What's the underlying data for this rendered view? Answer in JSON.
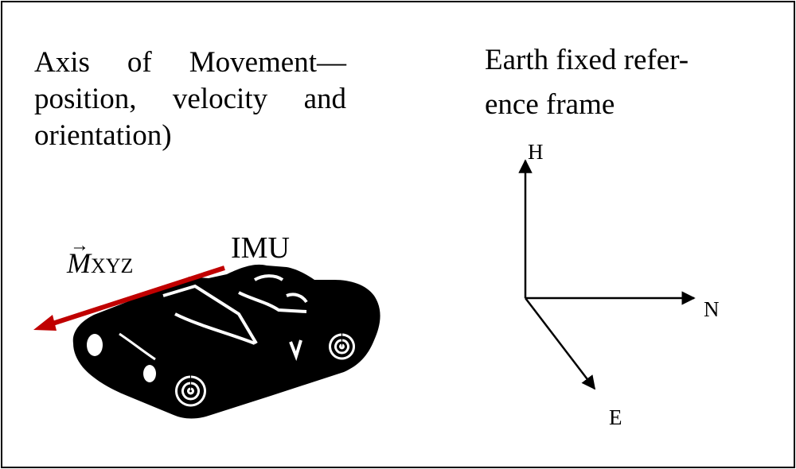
{
  "left_caption": {
    "line1": "Axis of Movement—",
    "line2": "position, velocity and",
    "line3": "orientation)"
  },
  "right_caption": {
    "line1": "Earth fixed refer-",
    "line2": "ence frame"
  },
  "sensor_label": "IMU",
  "movement_vector": {
    "symbol": "M",
    "subscript": "XYZ",
    "color": "#c00000"
  },
  "axes": {
    "h": "H",
    "n": "N",
    "e": "E"
  }
}
